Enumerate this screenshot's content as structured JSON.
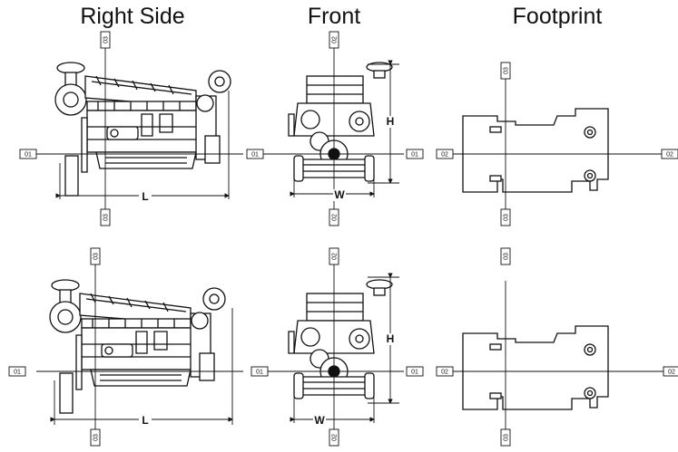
{
  "headings": {
    "right_side": "Right Side",
    "front": "Front",
    "footprint": "Footprint"
  },
  "axis_labels": {
    "a01": "01",
    "a02": "02",
    "a03": "03"
  },
  "dimensions": {
    "length": "L",
    "width": "W",
    "height": "H"
  },
  "colors": {
    "ink": "#111111",
    "paper": "#ffffff",
    "mid": "#777777"
  }
}
